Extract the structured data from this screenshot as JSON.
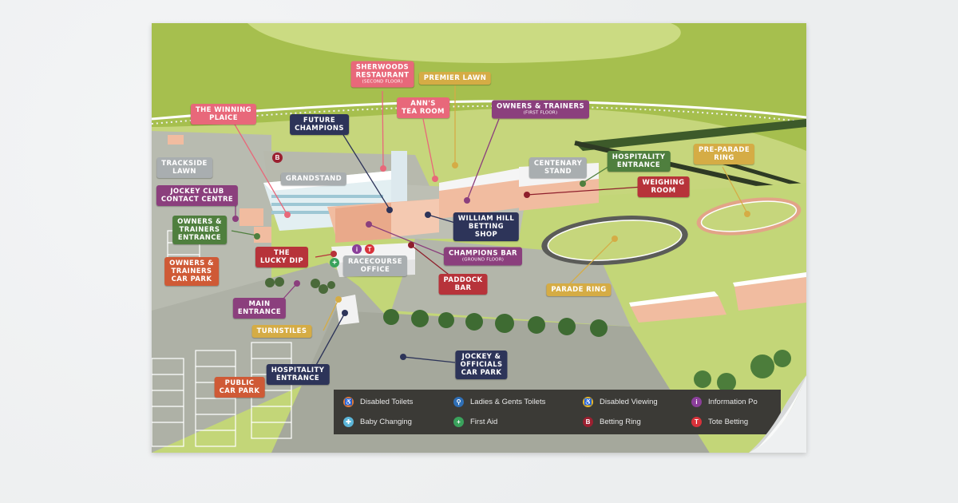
{
  "labels": [
    {
      "id": "sherwoods",
      "text": "SHERWOODS\nRESTAURANT",
      "sub": "(SECOND FLOOR)",
      "color": "pink"
    },
    {
      "id": "premier",
      "text": "PREMIER LAWN",
      "color": "gold"
    },
    {
      "id": "winning",
      "text": "THE WINNING\nPLAICE",
      "color": "pink"
    },
    {
      "id": "anns",
      "text": "ANN'S\nTEA ROOM",
      "color": "pink"
    },
    {
      "id": "owners-first",
      "text": "OWNERS & TRAINERS",
      "sub": "(FIRST FLOOR)",
      "color": "purple"
    },
    {
      "id": "future",
      "text": "FUTURE\nCHAMPIONS",
      "color": "navy"
    },
    {
      "id": "centenary",
      "text": "CENTENARY\nSTAND",
      "color": "grey"
    },
    {
      "id": "hospitality-top",
      "text": "HOSPITALITY\nENTRANCE",
      "color": "green"
    },
    {
      "id": "preparade",
      "text": "PRE-PARADE\nRING",
      "color": "gold"
    },
    {
      "id": "trackside",
      "text": "TRACKSIDE\nLAWN",
      "color": "grey"
    },
    {
      "id": "grandstand",
      "text": "GRANDSTAND",
      "color": "grey"
    },
    {
      "id": "weighing",
      "text": "WEIGHING\nROOM",
      "color": "red"
    },
    {
      "id": "jockeyclub",
      "text": "JOCKEY CLUB\nCONTACT CENTRE",
      "color": "purple"
    },
    {
      "id": "owners-entrance",
      "text": "OWNERS &\nTRAINERS\nENTRANCE",
      "color": "green"
    },
    {
      "id": "williamhill",
      "text": "WILLIAM HILL\nBETTING\nSHOP",
      "color": "navy"
    },
    {
      "id": "owners-carpark",
      "text": "OWNERS &\nTRAINERS\nCAR PARK",
      "color": "brick"
    },
    {
      "id": "luckydip",
      "text": "THE\nLUCKY DIP",
      "color": "red"
    },
    {
      "id": "racecourse",
      "text": "RACECOURSE\nOFFICE",
      "color": "grey"
    },
    {
      "id": "champions",
      "text": "CHAMPIONS BAR",
      "sub": "(GROUND FLOOR)",
      "color": "purple"
    },
    {
      "id": "paddock",
      "text": "PADDOCK\nBAR",
      "color": "red"
    },
    {
      "id": "parade",
      "text": "PARADE RING",
      "color": "gold"
    },
    {
      "id": "main",
      "text": "MAIN\nENTRANCE",
      "color": "purple"
    },
    {
      "id": "turnstiles",
      "text": "TURNSTILES",
      "color": "gold"
    },
    {
      "id": "jockeys-carpark",
      "text": "JOCKEY &\nOFFICIALS\nCAR PARK",
      "color": "navy"
    },
    {
      "id": "hospitality-bottom",
      "text": "HOSPITALITY\nENTRANCE",
      "color": "navy"
    },
    {
      "id": "public",
      "text": "PUBLIC\nCAR PARK",
      "color": "brick"
    }
  ],
  "legend": [
    {
      "label": "Disabled Toilets",
      "icon": "wheelchair-icon",
      "glyph": "♿",
      "color": "#e07a3a"
    },
    {
      "label": "Ladies & Gents Toilets",
      "icon": "toilets-icon",
      "glyph": "🚻",
      "color": "#2f6fb6"
    },
    {
      "label": "Disabled Viewing",
      "icon": "viewing-icon",
      "glyph": "♿",
      "color": "#e9b92a"
    },
    {
      "label": "Information Po",
      "icon": "information-icon",
      "glyph": "i",
      "color": "#8b3f9a"
    },
    {
      "label": "Baby Changing",
      "icon": "baby-changing-icon",
      "glyph": "✚",
      "color": "#5bb5d8"
    },
    {
      "label": "First Aid",
      "icon": "first-aid-icon",
      "glyph": "+",
      "color": "#3aa25c"
    },
    {
      "label": "Betting Ring",
      "icon": "betting-ring-icon",
      "glyph": "B",
      "color": "#9b2030"
    },
    {
      "label": "Tote Betting",
      "icon": "tote-betting-icon",
      "glyph": "T",
      "color": "#d8323a"
    }
  ],
  "map_icons": {
    "betting": "B",
    "info": "i",
    "tote": "T"
  },
  "colors": {
    "grass_light": "#c9d87a",
    "grass_dark": "#8aaa3f",
    "paved": "#b5b8ab",
    "building": "#f2c2a6"
  }
}
